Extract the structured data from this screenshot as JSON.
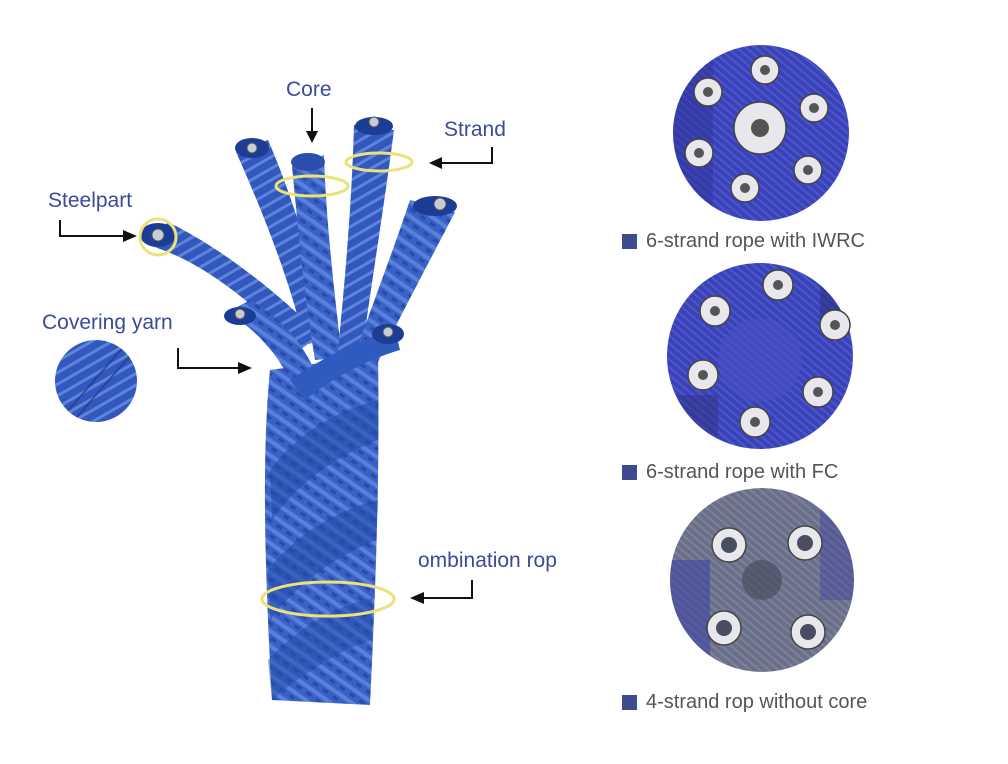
{
  "labels": {
    "core": "Core",
    "strand": "Strand",
    "steelpart": "Steelpart",
    "covering_yarn": "Covering yarn",
    "combination_rope": "ombination rop"
  },
  "captions": [
    "6-strand rope with IWRC",
    "6-strand rope with FC",
    "4-strand rop without core"
  ],
  "colors": {
    "label_text": "#3b4a9c",
    "caption_text": "#555555",
    "caption_marker": "#3e4b8e",
    "rope_blue": "#2f54b8",
    "rope_dark": "#1c3d95",
    "highlight_ring": "#ece27a",
    "arrow": "#111111"
  }
}
